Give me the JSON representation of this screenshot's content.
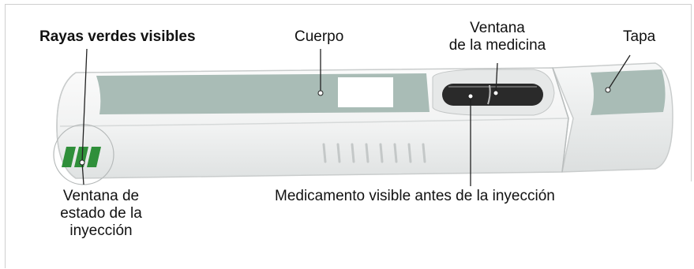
{
  "labels": {
    "green_stripes": "Rayas verdes visibles",
    "body": "Cuerpo",
    "medicine_window_line1": "Ventana",
    "medicine_window_line2": "de la medicina",
    "cap": "Tapa",
    "status_window_line1": "Ventana de",
    "status_window_line2": "estado de la",
    "status_window_line3": "inyección",
    "medication_visible": "Medicamento visible antes de la inyección"
  },
  "colors": {
    "pen_body": "#f3f4f4",
    "pen_outline": "#c9cccc",
    "label_panel": "#a9bcb6",
    "stripe_green": "#2f8f3a",
    "window_dark": "#2a2a2a",
    "leader_line": "#222222"
  }
}
